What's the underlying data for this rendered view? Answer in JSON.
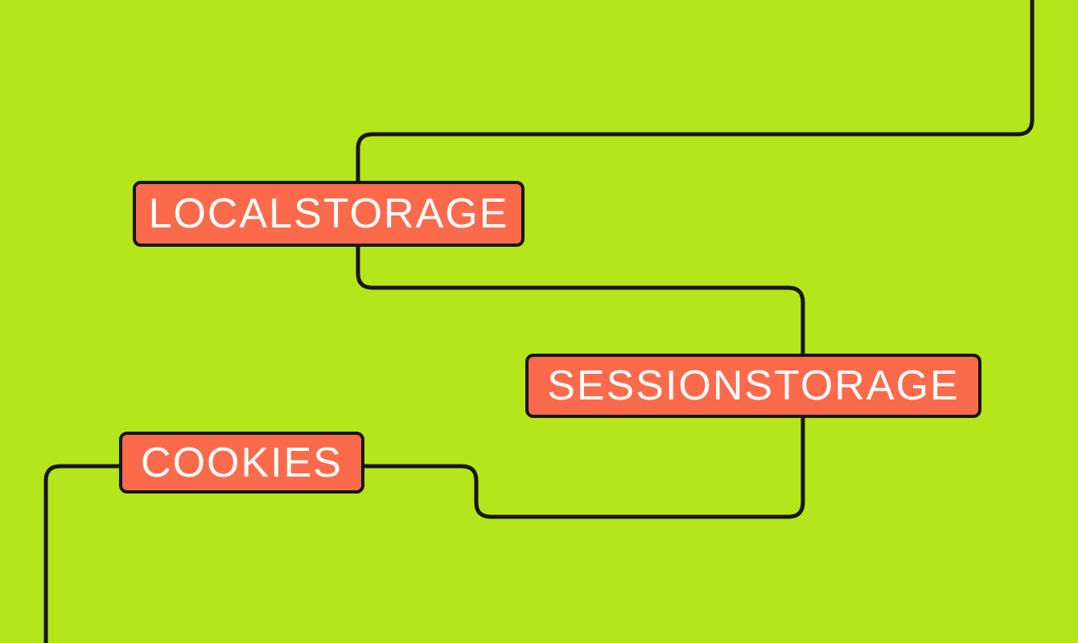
{
  "diagram": {
    "nodes": [
      {
        "id": "localstorage",
        "label": "LOCALSTORAGE"
      },
      {
        "id": "sessionstorage",
        "label": "SESSIONSTORAGE"
      },
      {
        "id": "cookies",
        "label": "COOKIES"
      }
    ],
    "colors": {
      "background": "#b5e51b",
      "node_fill": "#fb6b4b",
      "node_text": "#ffffff",
      "line": "#161616"
    }
  }
}
